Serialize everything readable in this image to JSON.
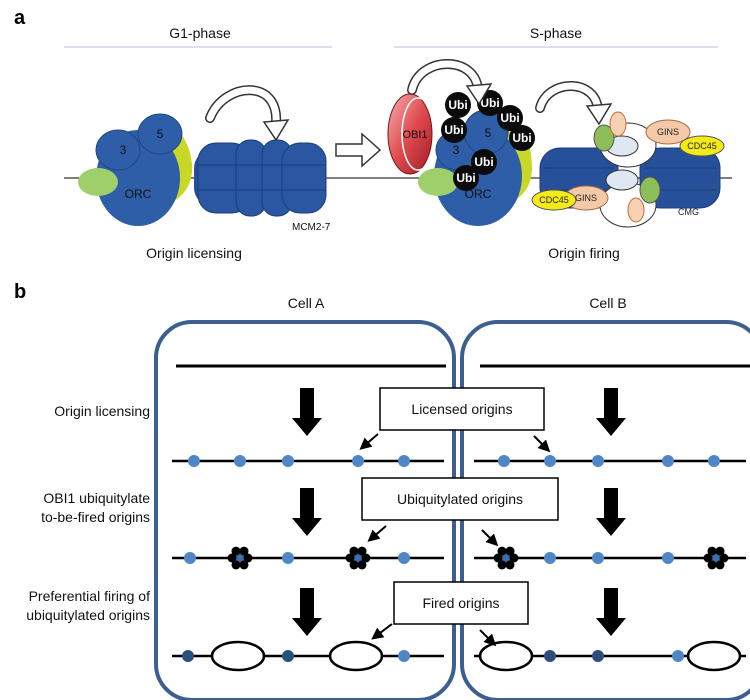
{
  "panel_a": {
    "letter": "a",
    "left_header": "G1-phase",
    "right_header": "S-phase",
    "orc_label": "ORC",
    "sub3": "3",
    "sub5": "5",
    "mcm_label": "MCM2-7",
    "obi1_label": "OBI1",
    "ubi_label": "Ubi",
    "gins_label": "GINS",
    "cdc45_label": "CDC45",
    "cmg_label": "CMG",
    "left_caption": "Origin licensing",
    "right_caption": "Origin firing"
  },
  "panel_b": {
    "letter": "b",
    "cell_a": "Cell A",
    "cell_b": "Cell B",
    "row1_label": "Origin licensing",
    "row2_label_line1": "OBI1 ubiquitylate",
    "row2_label_line2": "to-be-fired origins",
    "row3_label_line1": "Preferential firing of",
    "row3_label_line2": "ubiquitylated origins",
    "box1": "Licensed origins",
    "box2": "Ubiquitylated origins",
    "box3": "Fired origins"
  },
  "colors": {
    "orc_blue": "#2f5ea8",
    "mcm_blue": "#27509a",
    "yellow_green": "#c8d829",
    "light_green": "#9fcf6a",
    "obi_red": "#d9333a",
    "cell_outline": "#3c5f8f",
    "origin_dot": "#4f86c6",
    "fired_dot": "#2b4f7a"
  }
}
